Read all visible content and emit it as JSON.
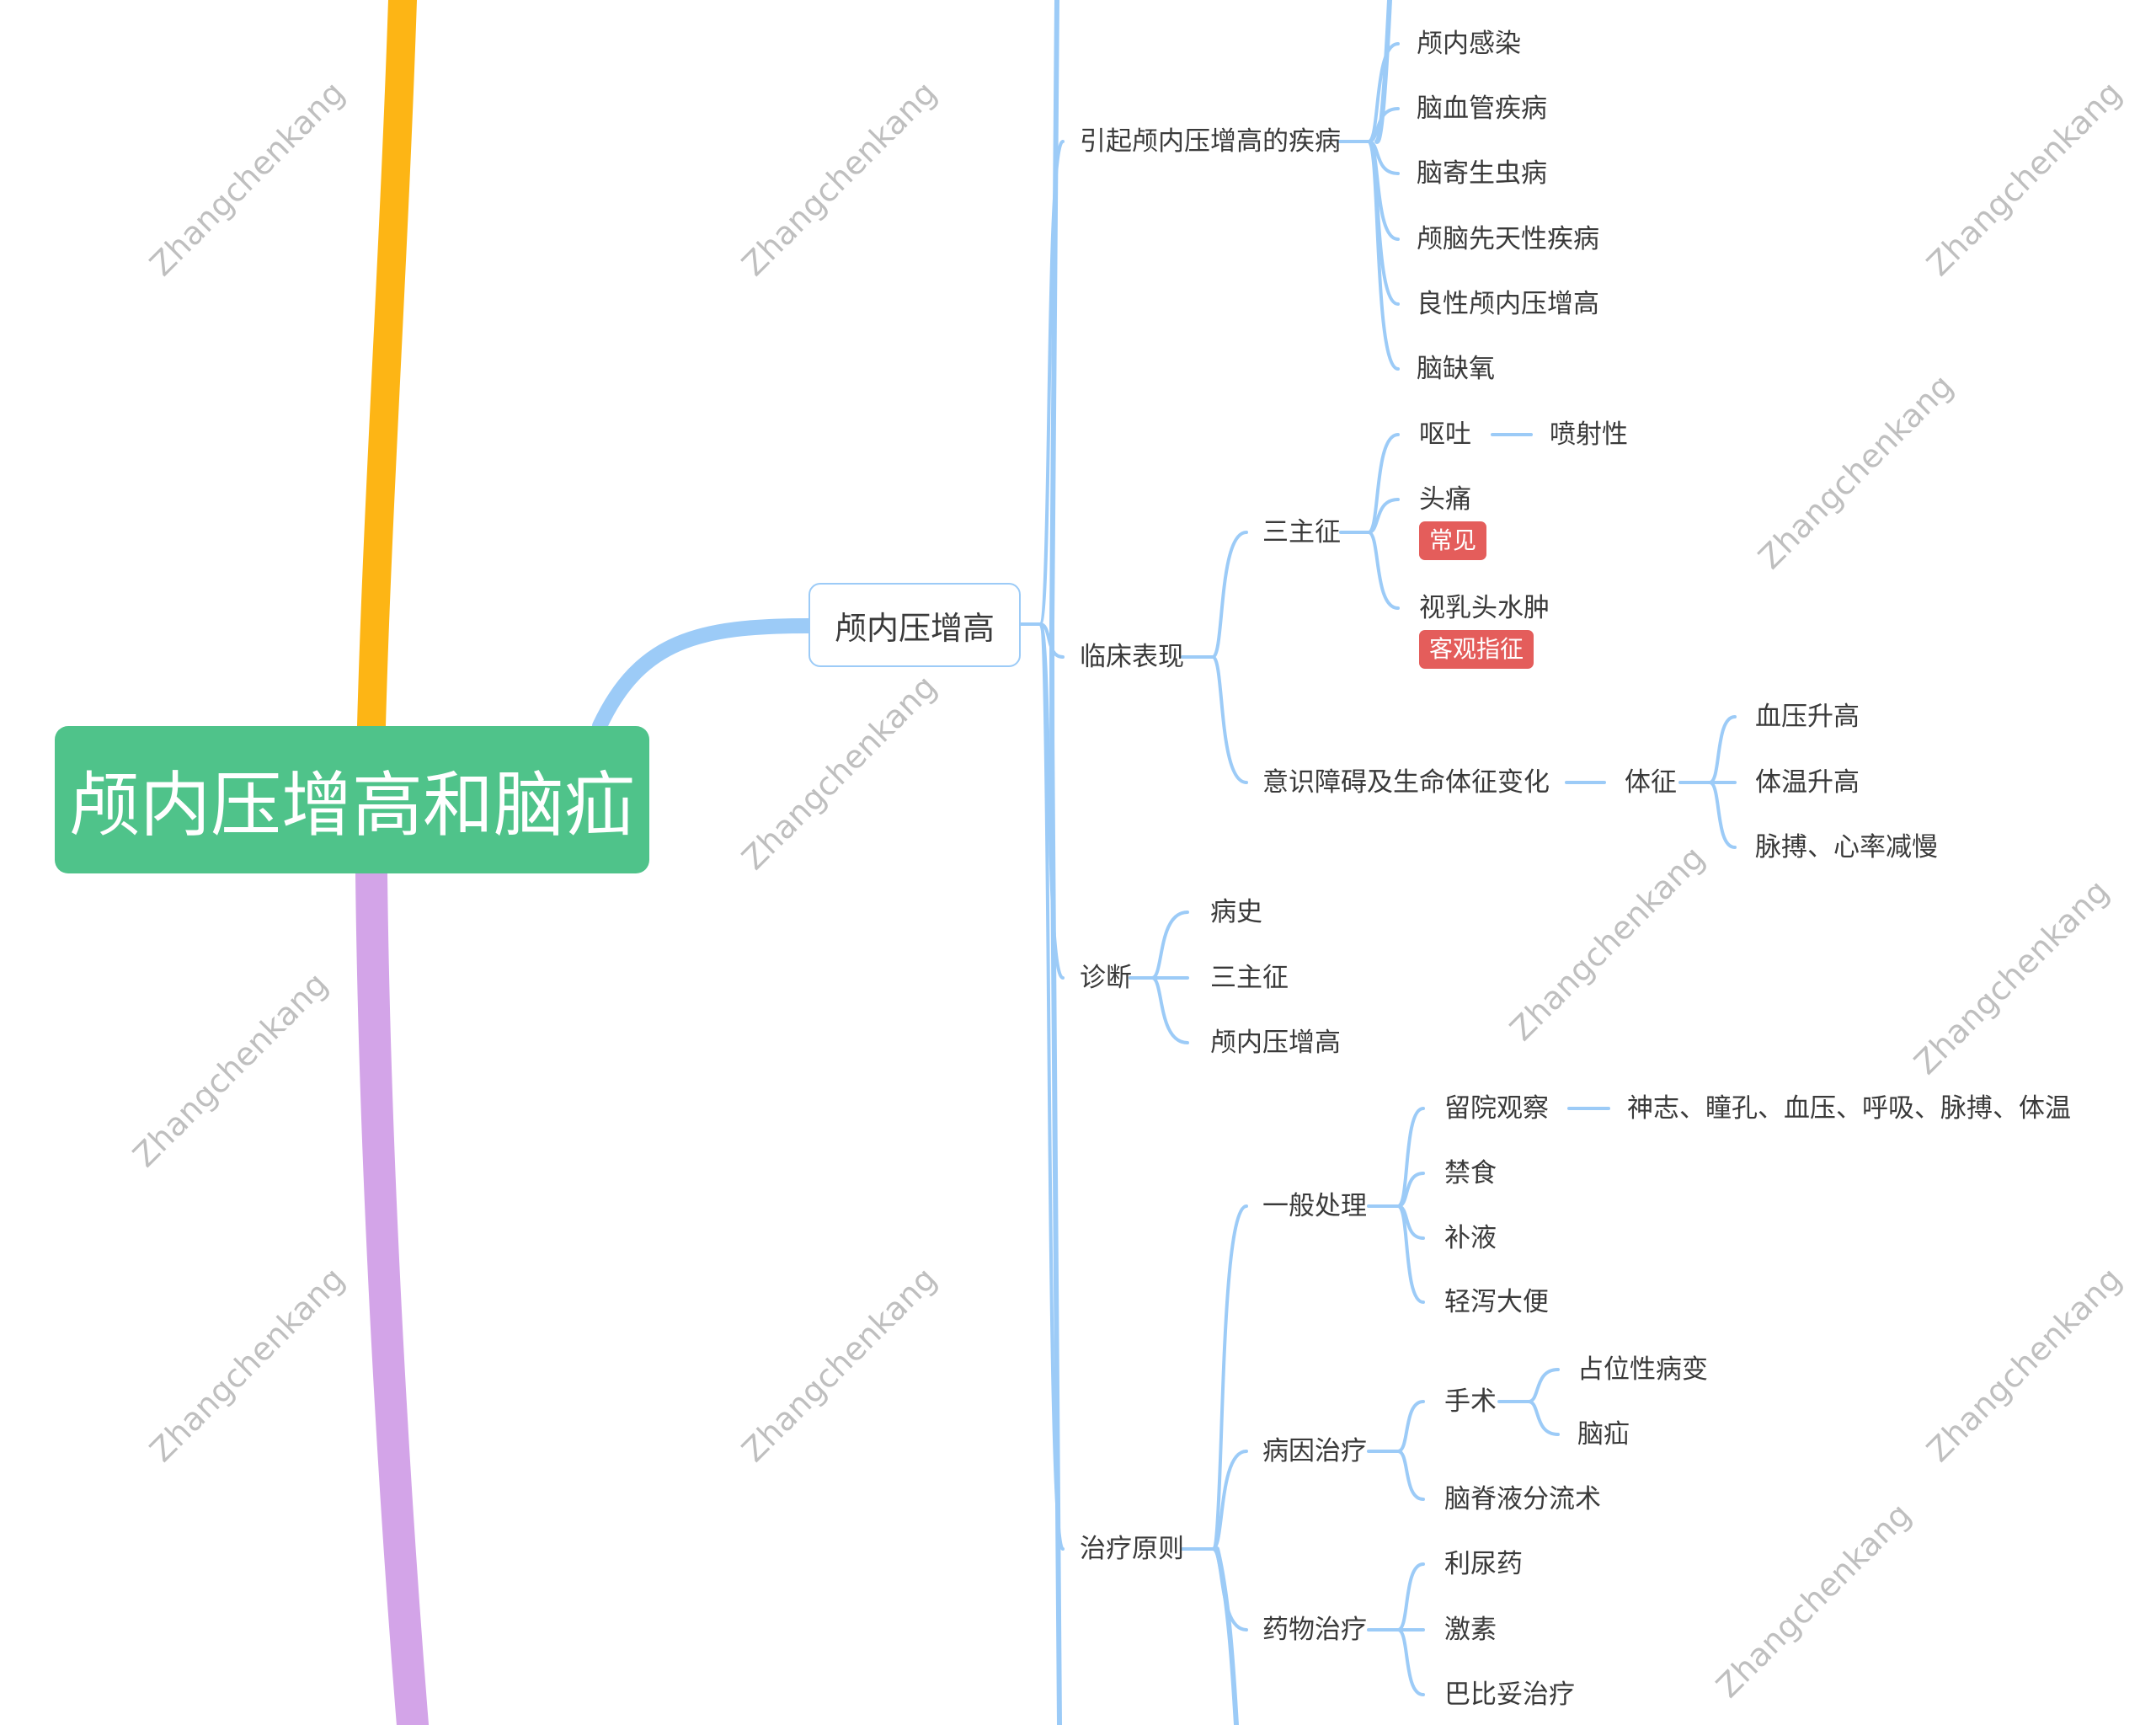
{
  "root": "颅内压增高和脑疝",
  "node": "颅内压增高",
  "watermark": "Zhangchenkang",
  "colors": {
    "root": "#4fc38a",
    "orange_branch": "#fdb515",
    "purple_branch": "#d3a4e8",
    "connector": "#9ccbf7",
    "tag": "#e45d5b"
  },
  "l2": {
    "causes": "引起颅内压增高的疾病",
    "clinical": "临床表现",
    "diagnosis": "诊断",
    "treatment": "治疗原则"
  },
  "causes": [
    "颅内感染",
    "脑血管疾病",
    "脑寄生虫病",
    "颅脑先天性疾病",
    "良性颅内压增高",
    "脑缺氧"
  ],
  "clinical": {
    "triad": "三主征",
    "vomit": "呕吐",
    "vomit_detail": "喷射性",
    "headache": "头痛",
    "headache_tag": "常见",
    "papilledema": "视乳头水肿",
    "papilledema_tag": "客观指征",
    "consciousness": "意识障碍及生命体征变化",
    "signs": "体征",
    "sign_items": [
      "血压升高",
      "体温升高",
      "脉搏、心率减慢"
    ]
  },
  "diagnosis": [
    "病史",
    "三主征",
    "颅内压增高"
  ],
  "treatment": {
    "general": "一般处理",
    "general_items": [
      "留院观察",
      "禁食",
      "补液",
      "轻泻大便"
    ],
    "observe_detail": "神志、瞳孔、血压、呼吸、脉搏、体温",
    "etiology": "病因治疗",
    "surgery": "手术",
    "surgery_items": [
      "占位性病变",
      "脑疝"
    ],
    "shunt": "脑脊液分流术",
    "drug": "药物治疗",
    "drug_items": [
      "利尿药",
      "激素",
      "巴比妥治疗"
    ]
  }
}
